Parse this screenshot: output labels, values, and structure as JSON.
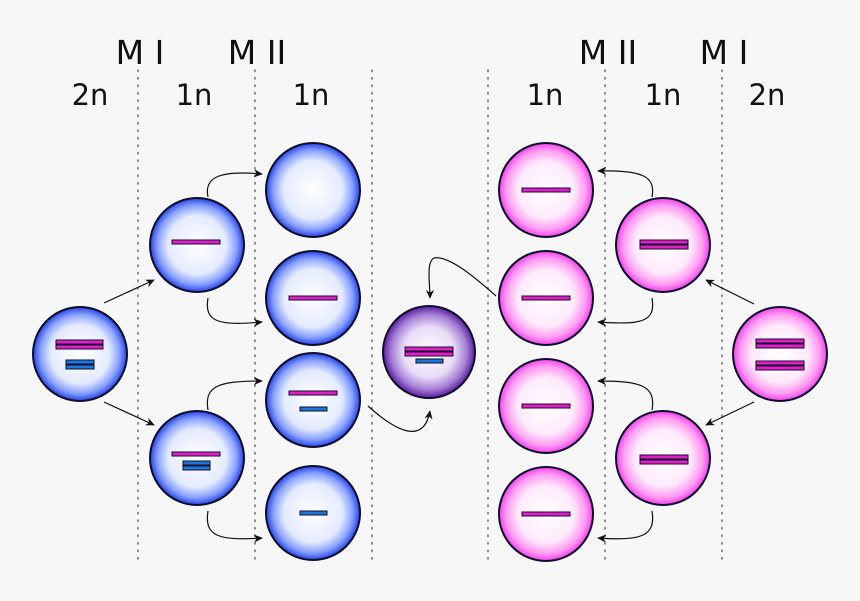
{
  "headers": {
    "left_mi": "M I",
    "left_mii": "M II",
    "right_mii": "M II",
    "right_mi": "M I"
  },
  "ploidy": {
    "left_parent": "2n",
    "left_mid": "1n",
    "left_gametes": "1n",
    "right_gametes": "1n",
    "right_mid": "1n",
    "right_parent": "2n"
  },
  "colors": {
    "background": "#f7f7f7",
    "male_cell_edge": "#1f37d6",
    "female_cell_edge": "#ee3ef0",
    "zygote_edge": "#6b1ea8",
    "chromosome_magenta": "#e21ec8",
    "chromosome_blue": "#1a78d8",
    "outline": "#0d0d2b",
    "divider": "#777777"
  },
  "icons": {
    "arrow": "arrow-right-icon"
  }
}
